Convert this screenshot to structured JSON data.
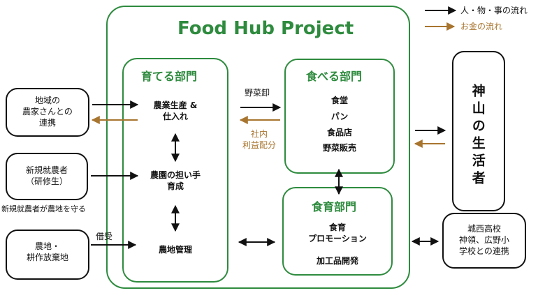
{
  "colors": {
    "green": "#2e8b3e",
    "brown": "#a8752f",
    "black": "#111111"
  },
  "legend": {
    "people_flow": "人・物・事の流れ",
    "money_flow": "お金の流れ"
  },
  "project": {
    "title": "Food Hub Project"
  },
  "grow": {
    "title": "育てる部門",
    "item1_line1": "農業生産 &",
    "item1_line2": "仕入れ",
    "item2_line1": "農園の担い手",
    "item2_line2": "育成",
    "item3": "農地管理"
  },
  "eat": {
    "title": "食べる部門",
    "items": [
      "食堂",
      "パン",
      "食品店",
      "野菜販売"
    ]
  },
  "edu": {
    "title": "食育部門",
    "item1": "食育",
    "item2": "プロモーション",
    "item3": "加工品開発"
  },
  "left": {
    "farmers_line1": "地域の",
    "farmers_line2": "農家さんとの",
    "farmers_line3": "連携",
    "newfarmers_line1": "新規就農者",
    "newfarmers_line2": "（研修生）",
    "newfarmers_caption": "新規就農者が農地を守る",
    "land_line1": "農地・",
    "land_line2": "耕作放棄地",
    "lease_label": "借受"
  },
  "middle": {
    "wholesale_label": "野菜卸",
    "profit_line1": "社内",
    "profit_line2": "利益配分"
  },
  "right": {
    "residents": "神山の生活者",
    "schools_line1": "城西高校",
    "schools_line2": "神領、広野小",
    "schools_line3": "学校との連携"
  }
}
